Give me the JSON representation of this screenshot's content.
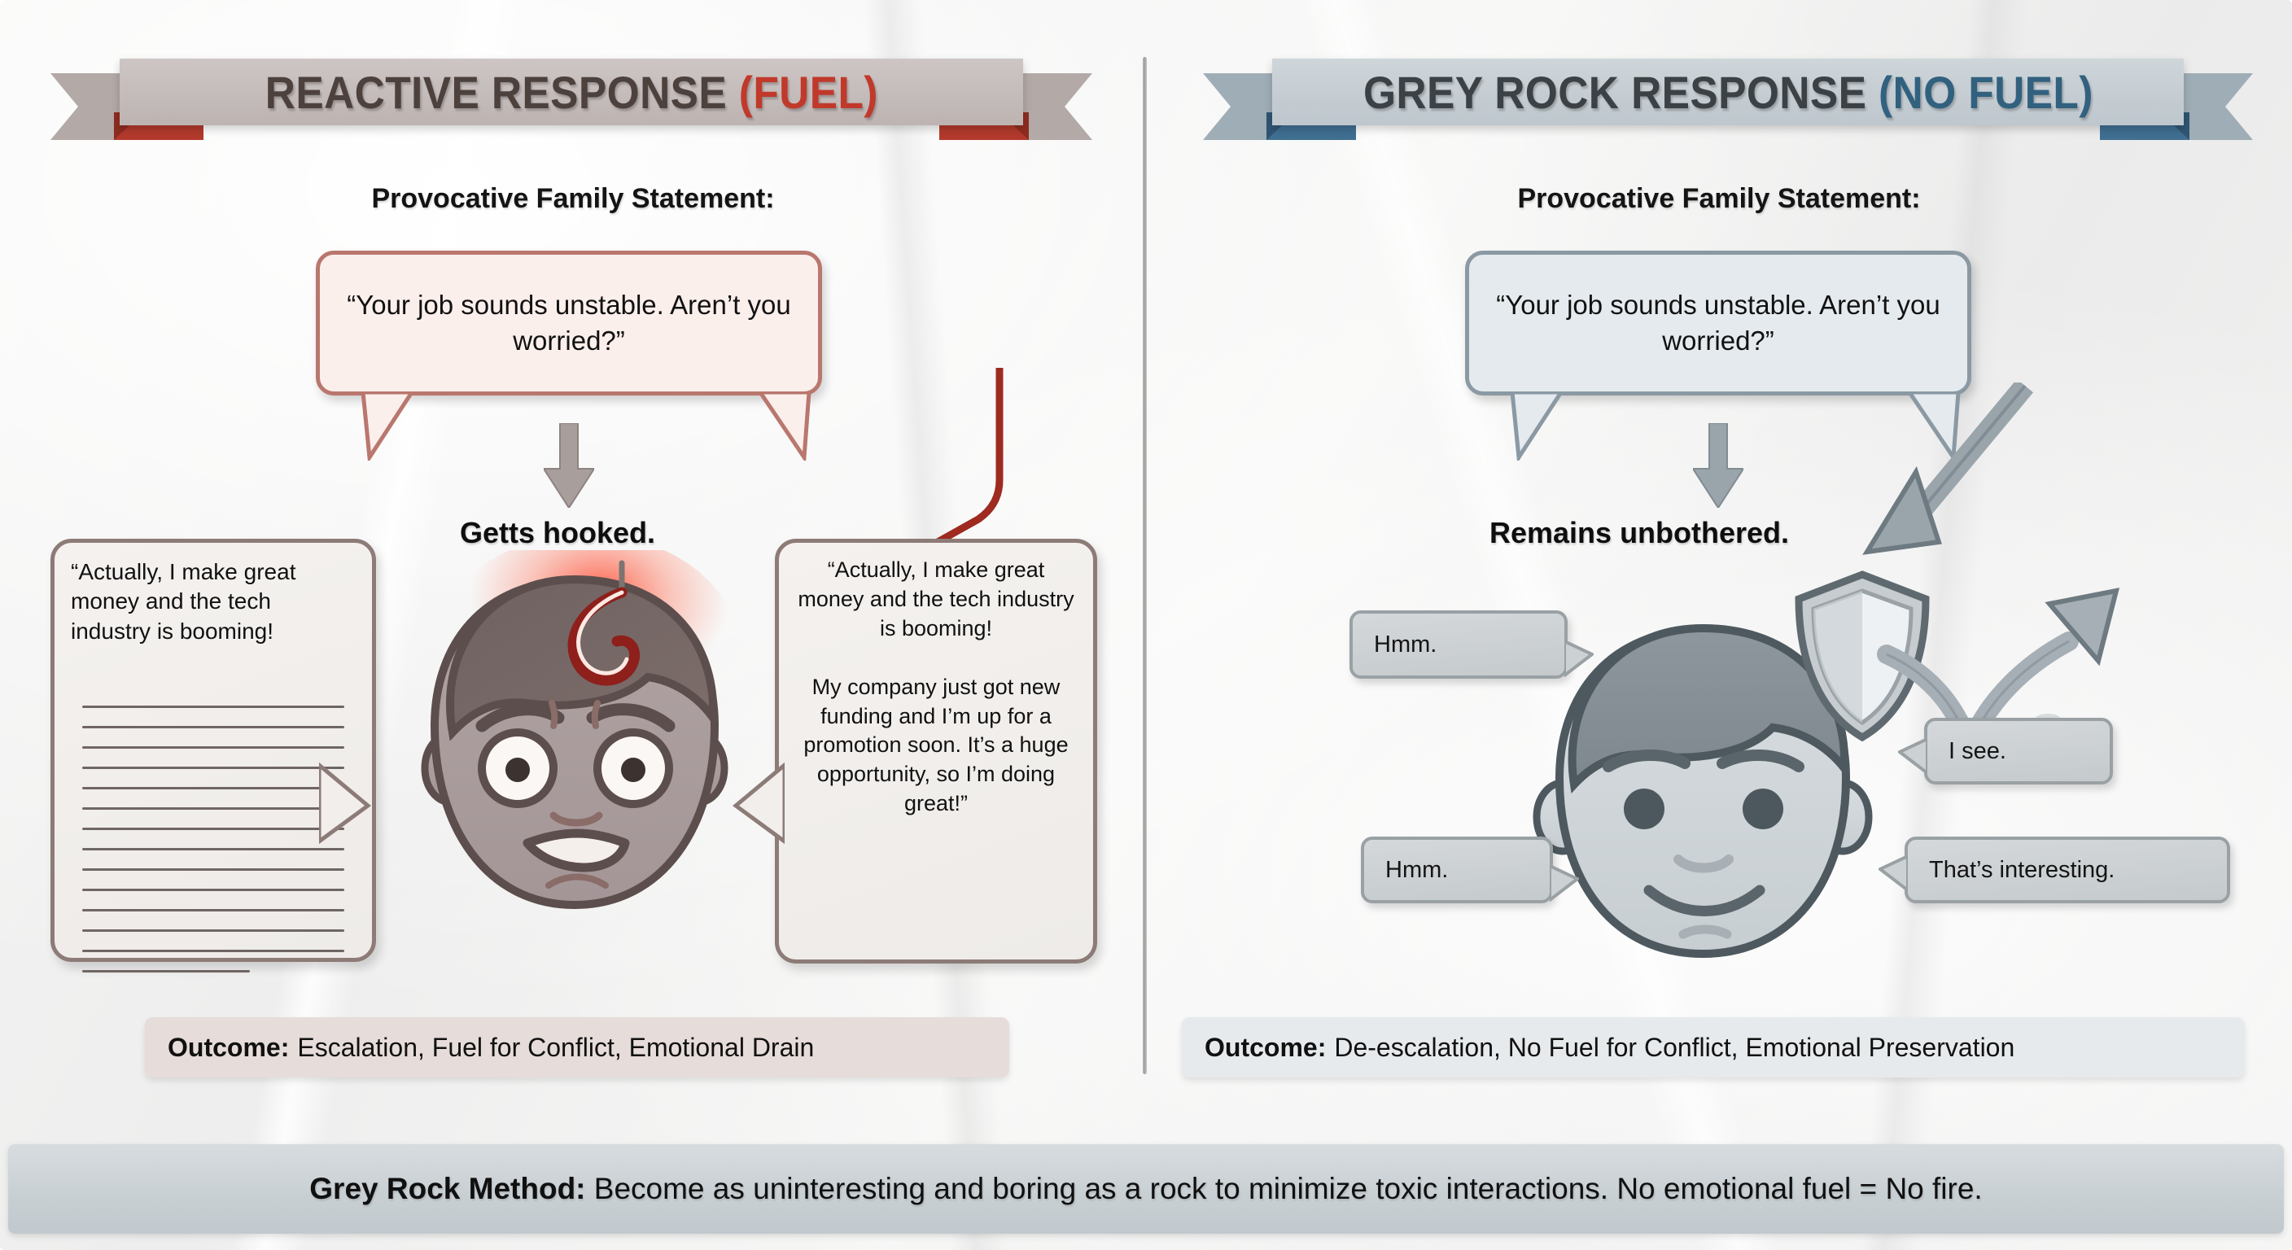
{
  "left": {
    "banner": {
      "main": "REACTIVE RESPONSE",
      "accent": "(FUEL)"
    },
    "heading": "Provocative Family Statement:",
    "statement": "“Your job sounds unstable.\nAren’t you worried?”",
    "state_label": "Getts hooked.",
    "note_left": "“Actually, I make great money and the tech industry is booming!",
    "note_right": "“Actually, I make great money and the tech industry is booming!\n\nMy company just got new funding and I’m up for a\npromotion soon. It’s a huge opportunity, so I’m doing great!”",
    "outcome_label": "Outcome:",
    "outcome_text": "Escalation, Fuel for Conflict, Emotional Drain",
    "rule_line_count": 14
  },
  "right": {
    "banner": {
      "main": "GREY ROCK RESPONSE",
      "accent": "(NO FUEL)"
    },
    "heading": "Provocative Family Statement:",
    "statement": "“Your job sounds unstable.\nAren’t you worried?”",
    "state_label": "Remains unbothered.",
    "replies": [
      {
        "text": "Hmm."
      },
      {
        "text": "Hmm."
      },
      {
        "text": "I see."
      },
      {
        "text": "That’s interesting."
      }
    ],
    "outcome_label": "Outcome:",
    "outcome_text": "De-escalation, No Fuel for Conflict, Emotional Preservation"
  },
  "footer": {
    "label": "Grey Rock Method:",
    "text": "Become as uninteresting and boring as a rock to minimize toxic interactions. No emotional fuel = No fire."
  },
  "colors": {
    "fuel_red": "#c0392b",
    "no_fuel_blue": "#31617f",
    "left_banner_bg": "#c5bdbb",
    "right_banner_bg": "#c6ced4",
    "left_outcome_bg": "#e6dcd9",
    "right_outcome_bg": "#e7eaec",
    "footer_bg": "#cbd2d6",
    "hook_red": "#8e1f1b",
    "shield_grey": "#9aa2a7"
  },
  "icons": {
    "down_arrow": "down-arrow-icon",
    "fish_hook": "fish-hook-icon",
    "shield": "shield-icon",
    "deflect_arrow": "deflected-arrow-icon",
    "incoming_arrow": "incoming-arrow-icon",
    "worried_face": "worried-face-icon",
    "calm_face": "calm-face-icon"
  }
}
